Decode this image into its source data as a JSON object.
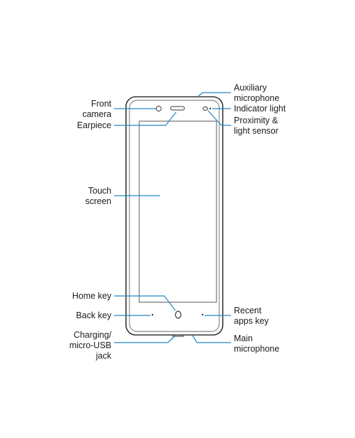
{
  "colors": {
    "leader": "#1e88c7",
    "outline": "#333333",
    "text": "#1a1a1a"
  },
  "labels": {
    "front_camera": [
      "Front",
      "camera"
    ],
    "earpiece": [
      "Earpiece"
    ],
    "touch_screen": [
      "Touch",
      "screen"
    ],
    "home_key": [
      "Home key"
    ],
    "back_key": [
      "Back key"
    ],
    "charging_jack": [
      "Charging/",
      "micro-USB",
      "jack"
    ],
    "aux_microphone": [
      "Auxiliary",
      "microphone"
    ],
    "indicator_light": [
      "Indicator light"
    ],
    "proximity_sensor": [
      "Proximity &",
      "light sensor"
    ],
    "recent_apps_key": [
      "Recent",
      "apps key"
    ],
    "main_microphone": [
      "Main",
      "microphone"
    ]
  }
}
